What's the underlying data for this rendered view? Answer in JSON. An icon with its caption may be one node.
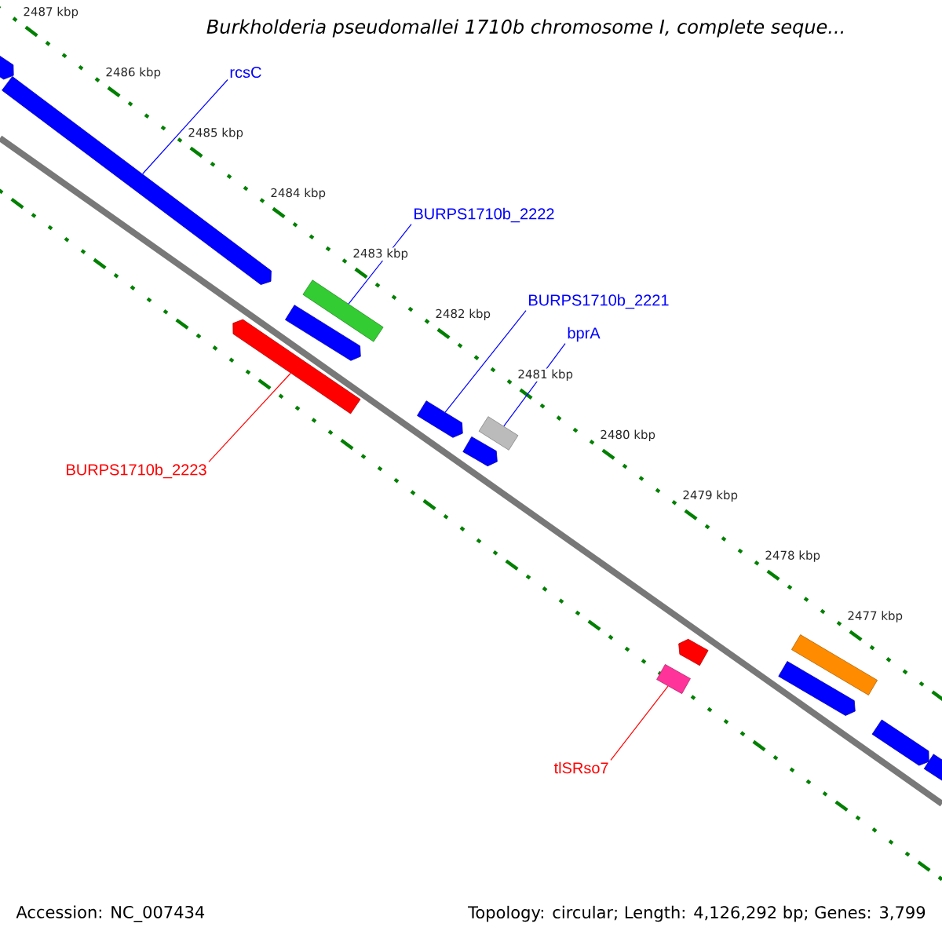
{
  "diagram": {
    "title": "Burkholderia pseudomallei 1710b chromosome I, complete seque...",
    "nodes": [
      {
        "text": [],
        "shape": "arrow"
      },
      {
        "text": [],
        "shape": "arrow"
      },
      {
        "text": [],
        "shape": "arrow"
      },
      {
        "text": [],
        "shape": "arrow"
      },
      {
        "text": [],
        "shape": "arrow"
      },
      {
        "text": [],
        "shape": "arrow"
      },
      {
        "text": [],
        "shape": "box"
      },
      {
        "text": [],
        "shape": "arrow"
      },
      {
        "text": [],
        "shape": "arrow"
      },
      {
        "text": [],
        "shape": "box"
      },
      {
        "text": [],
        "shape": "box"
      },
      {
        "text": [],
        "shape": "arrow"
      },
      {
        "text": [],
        "shape": "arrow"
      },
      {
        "text": [],
        "shape": "arrow"
      },
      {
        "text": [
          "rcsC"
        ]
      },
      {
        "text": [
          "BURPS1710b_2222"
        ]
      },
      {
        "text": [
          "BURPS1710b_2221"
        ]
      },
      {
        "text": [
          "bprA"
        ]
      },
      {
        "text": [
          "BURPS1710b_2223"
        ]
      },
      {
        "text": [
          "tlSRso7"
        ]
      }
    ],
    "edges": [
      {
        "from": 14,
        "to": 1,
        "arrow": "none"
      },
      {
        "from": 15,
        "to": 2,
        "arrow": "none"
      },
      {
        "from": 16,
        "to": 5,
        "arrow": "none"
      },
      {
        "from": 17,
        "to": 6,
        "arrow": "none"
      },
      {
        "from": 18,
        "to": 4,
        "arrow": "none",
        "color": "#ff0000"
      },
      {
        "from": 19,
        "to": 9,
        "arrow": "none",
        "color": "#ff0000"
      }
    ],
    "labels": [
      "2487 kbp",
      "2486 kbp",
      "2485 kbp",
      "2484 kbp",
      "2483 kbp",
      "2482 kbp",
      "2481 kbp",
      "2480 kbp",
      "2479 kbp",
      "2478 kbp",
      "2477 kbp",
      "Accession: NC_007434",
      "Topology: circular; Length: 4,126,292 bp; Genes: 3,799"
    ]
  }
}
